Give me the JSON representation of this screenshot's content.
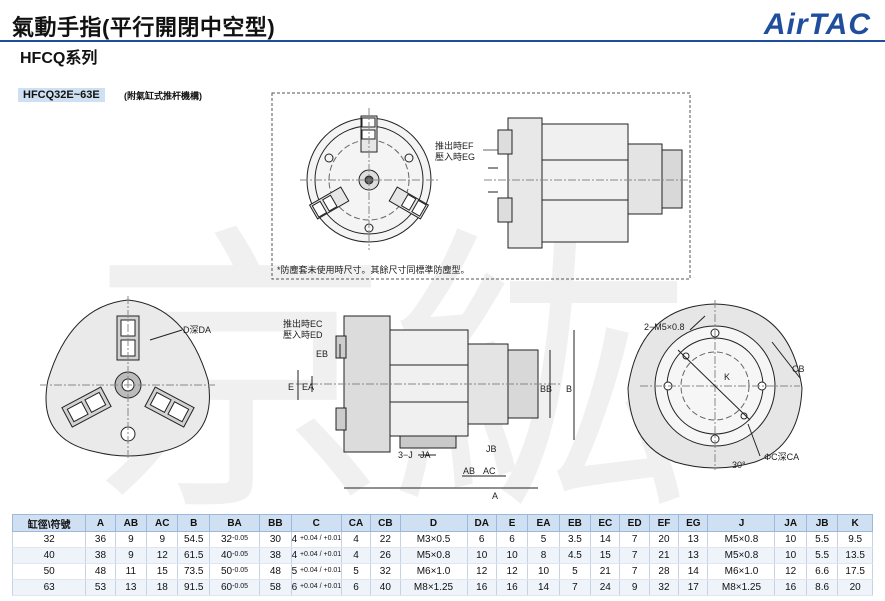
{
  "header": {
    "title": "氣動手指(平行開閉中空型)",
    "series": "HFCQ系列",
    "brand": "AirTAC",
    "model": "HFCQ32E~63E",
    "model_note": "(附氣缸式推杆機構)"
  },
  "drawing": {
    "inset_label_ef": "推出時EF",
    "inset_label_eg": "壓入時EG",
    "inset_note": "*防塵套未使用時尺寸。其餘尺寸同標準防塵型。",
    "label_d_da": "D深DA",
    "label_ec": "推出時EC",
    "label_ed": "壓入時ED",
    "label_eb": "EB",
    "label_e": "E",
    "label_ea": "EA",
    "label_bb": "BB",
    "label_b": "B",
    "label_3j": "3−J",
    "label_ja": "JA",
    "label_jb": "JB",
    "label_ab": "AB",
    "label_ac": "AC",
    "label_a": "A",
    "label_m5": "2−M5×0.8",
    "label_cb": "CB",
    "label_k": "K",
    "label_ca": "ΦC深CA",
    "label_30": "30°",
    "watermark": "京紘"
  },
  "table": {
    "headers": [
      "缸徑\\符號",
      "A",
      "AB",
      "AC",
      "B",
      "BA",
      "BB",
      "C",
      "CA",
      "CB",
      "D",
      "DA",
      "E",
      "EA",
      "EB",
      "EC",
      "ED",
      "EF",
      "EG",
      "J",
      "JA",
      "JB",
      "K"
    ],
    "rows": [
      [
        "32",
        "36",
        "9",
        "9",
        "54.5",
        "32",
        "30",
        "4",
        "4",
        "22",
        "M3×0.5",
        "6",
        "6",
        "5",
        "3.5",
        "14",
        "7",
        "20",
        "13",
        "M5×0.8",
        "10",
        "5.5",
        "9.5"
      ],
      [
        "40",
        "38",
        "9",
        "12",
        "61.5",
        "40",
        "38",
        "4",
        "4",
        "26",
        "M5×0.8",
        "10",
        "10",
        "8",
        "4.5",
        "15",
        "7",
        "21",
        "13",
        "M5×0.8",
        "10",
        "5.5",
        "13.5"
      ],
      [
        "50",
        "48",
        "11",
        "15",
        "73.5",
        "50",
        "48",
        "5",
        "5",
        "32",
        "M6×1.0",
        "12",
        "12",
        "10",
        "5",
        "21",
        "7",
        "28",
        "14",
        "M6×1.0",
        "12",
        "6.6",
        "17.5"
      ],
      [
        "63",
        "53",
        "13",
        "18",
        "91.5",
        "60",
        "58",
        "6",
        "6",
        "40",
        "M8×1.25",
        "16",
        "16",
        "14",
        "7",
        "24",
        "9",
        "32",
        "17",
        "M8×1.25",
        "16",
        "8.6",
        "20"
      ]
    ],
    "ba_tolerance": "-0.05",
    "c_tolerance": "+0.04 / +0.01"
  }
}
